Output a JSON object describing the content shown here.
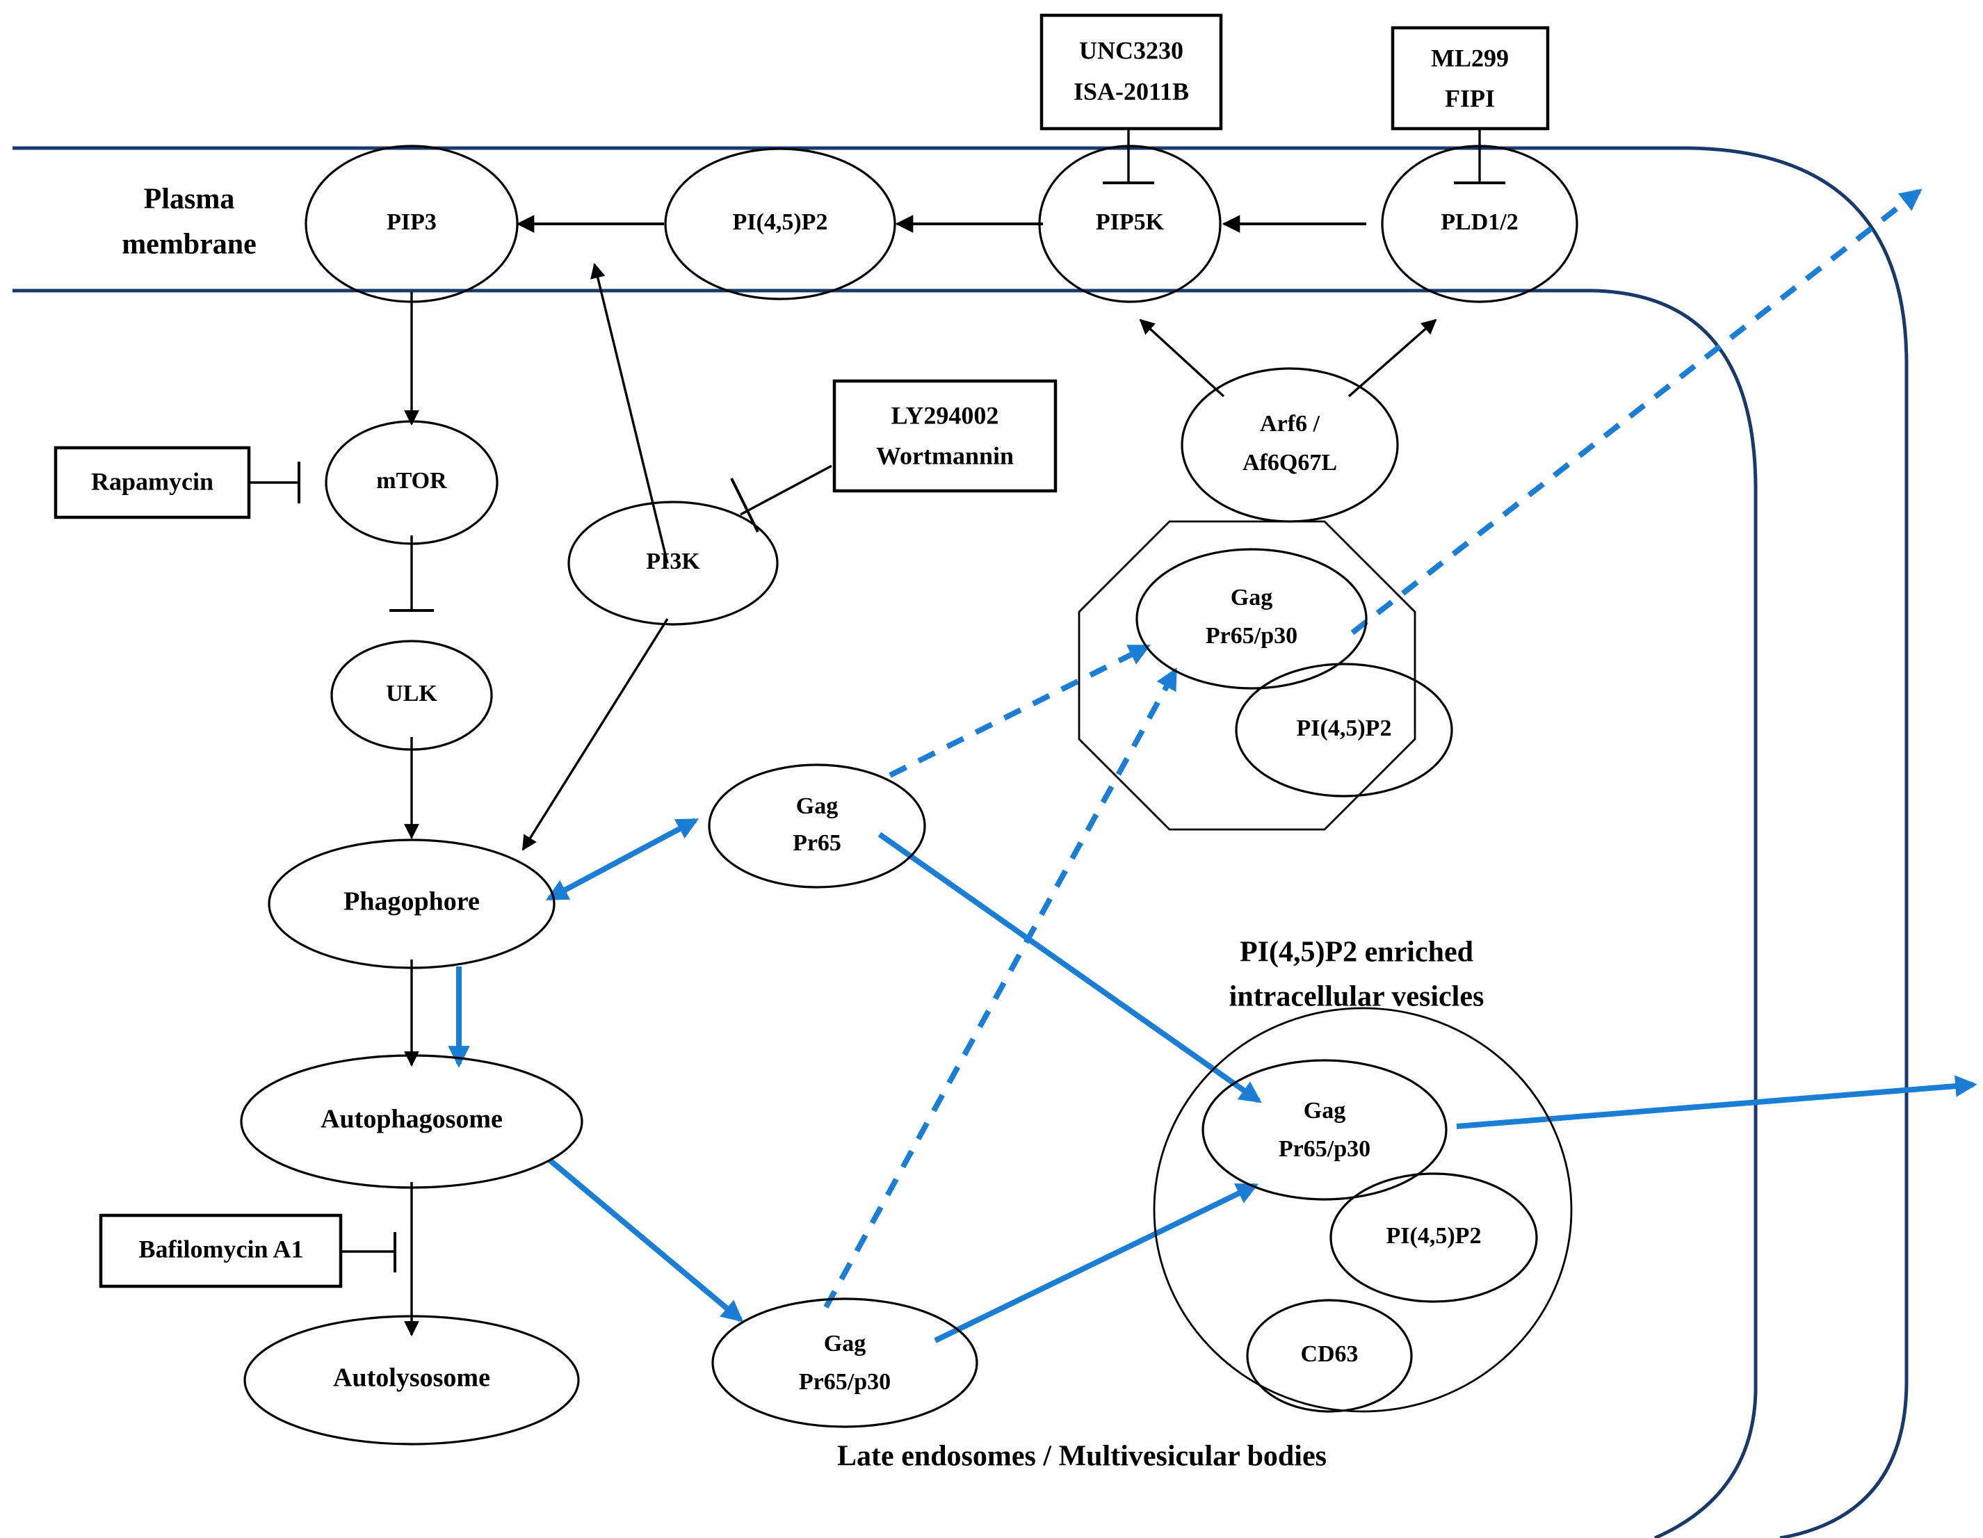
{
  "diagram": {
    "title": "Gag trafficking, PI(4,5)P2 and autophagy pathway",
    "colors": {
      "membrane": "#173a6b",
      "blue_arrow": "#1a7fd4",
      "outline": "#000000",
      "background": "#ffffff"
    },
    "region_labels": {
      "plasma_membrane": "Plasma\nmembrane",
      "plasma_membrane_line1": "Plasma",
      "plasma_membrane_line2": "membrane",
      "vesicles_line1": "PI(4,5)P2 enriched",
      "vesicles_line2": "intracellular  vesicles",
      "late_endosomes": "Late endosomes / Multivesicular bodies"
    },
    "drug_boxes": [
      {
        "id": "unc3230-box",
        "lines": [
          "UNC3230",
          "ISA-2011B"
        ],
        "inhibits": "PIP5K"
      },
      {
        "id": "ml299-box",
        "lines": [
          "ML299",
          "FIPI"
        ],
        "inhibits": "PLD1/2"
      },
      {
        "id": "ly294002-box",
        "lines": [
          "LY294002",
          "Wortmannin"
        ],
        "inhibits": "PI3K"
      },
      {
        "id": "rapamycin-box",
        "lines": [
          "Rapamycin"
        ],
        "inhibits": "mTOR"
      },
      {
        "id": "bafilomycin-box",
        "lines": [
          "Bafilomycin A1"
        ],
        "inhibits": "Autolysosome"
      }
    ],
    "nodes": [
      {
        "id": "pip3",
        "label": "PIP3"
      },
      {
        "id": "pi45p2-pm",
        "label": "PI(4,5)P2"
      },
      {
        "id": "pip5k",
        "label": "PIP5K"
      },
      {
        "id": "pld12",
        "label": "PLD1/2"
      },
      {
        "id": "arf6",
        "lines": [
          "Arf6 /",
          "Af6Q67L"
        ]
      },
      {
        "id": "mtor",
        "label": "mTOR"
      },
      {
        "id": "pi3k",
        "label": "PI3K"
      },
      {
        "id": "ulk",
        "label": "ULK"
      },
      {
        "id": "phagophore",
        "label": "Phagophore"
      },
      {
        "id": "autophagosome",
        "label": "Autophagosome"
      },
      {
        "id": "autolysosome",
        "label": "Autolysosome"
      },
      {
        "id": "gag-pr65",
        "lines": [
          "Gag",
          "Pr65"
        ]
      },
      {
        "id": "gag-pr65p30-vesicle",
        "lines": [
          "Gag",
          "Pr65/p30"
        ]
      },
      {
        "id": "pi45p2-vesicle",
        "label": "PI(4,5)P2"
      },
      {
        "id": "gag-pr65p30-free",
        "lines": [
          "Gag",
          "Pr65/p30"
        ]
      },
      {
        "id": "gag-pr65p30-mvb",
        "lines": [
          "Gag",
          "Pr65/p30"
        ]
      },
      {
        "id": "pi45p2-mvb",
        "label": "PI(4,5)P2"
      },
      {
        "id": "cd63",
        "label": "CD63"
      }
    ],
    "edges": [
      {
        "from": "pi45p2-pm",
        "to": "pip3",
        "kind": "activation",
        "color": "black"
      },
      {
        "from": "pip5k",
        "to": "pi45p2-pm",
        "kind": "activation",
        "color": "black"
      },
      {
        "from": "pld12",
        "to": "pip5k",
        "kind": "activation",
        "color": "black"
      },
      {
        "from": "arf6",
        "to": "pip5k",
        "kind": "activation",
        "color": "black"
      },
      {
        "from": "arf6",
        "to": "pld12",
        "kind": "activation",
        "color": "black"
      },
      {
        "from": "pi3k",
        "to": "pip3",
        "kind": "activation",
        "color": "black"
      },
      {
        "from": "pip3",
        "to": "mtor",
        "kind": "activation",
        "color": "black"
      },
      {
        "from": "mtor",
        "to": "ulk",
        "kind": "inhibition",
        "color": "black"
      },
      {
        "from": "ulk",
        "to": "phagophore",
        "kind": "activation",
        "color": "black"
      },
      {
        "from": "pi3k",
        "to": "phagophore",
        "kind": "activation",
        "color": "black"
      },
      {
        "from": "phagophore",
        "to": "autophagosome",
        "kind": "activation",
        "color": "black"
      },
      {
        "from": "autophagosome",
        "to": "autolysosome",
        "kind": "activation",
        "color": "black"
      },
      {
        "from": "phagophore",
        "to": "gag-pr65",
        "kind": "bidirectional",
        "color": "blue"
      },
      {
        "from": "phagophore",
        "to": "autophagosome",
        "kind": "activation",
        "color": "blue"
      },
      {
        "from": "autophagosome",
        "to": "gag-pr65p30-free",
        "kind": "activation",
        "color": "blue"
      },
      {
        "from": "gag-pr65",
        "to": "gag-pr65p30-mvb",
        "kind": "activation",
        "color": "blue"
      },
      {
        "from": "gag-pr65p30-free",
        "to": "gag-pr65p30-mvb",
        "kind": "activation",
        "color": "blue"
      },
      {
        "from": "gag-pr65",
        "to": "gag-pr65p30-vesicle",
        "kind": "activation-dashed",
        "color": "blue"
      },
      {
        "from": "gag-pr65p30-free",
        "to": "gag-pr65p30-vesicle",
        "kind": "activation-dashed",
        "color": "blue"
      },
      {
        "from": "gag-pr65p30-vesicle",
        "to": "extracellular",
        "kind": "release-dashed",
        "color": "blue"
      },
      {
        "from": "gag-pr65p30-mvb",
        "to": "extracellular",
        "kind": "release",
        "color": "blue"
      }
    ]
  }
}
